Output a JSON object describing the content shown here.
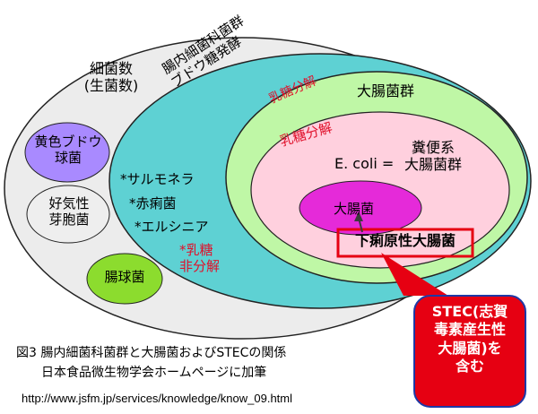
{
  "colors": {
    "outer_fill": "#ececec",
    "intestinal_fill": "#5ed1d3",
    "coliform_fill": "#bff7a6",
    "e_coli_fill": "#ffd0de",
    "stec_fill": "#e52ad9",
    "yellow_grape_fill": "#a98aff",
    "spore_fill": "#eeeeee",
    "enterococcus_fill": "#8cdc2e",
    "red_box": "#e60012",
    "callout_fill": "#e60012",
    "callout_border": "#1e39a6",
    "accent_red": "#e0102a"
  },
  "labels": {
    "bacteria_count": "細菌数\n(生菌数)",
    "yellow_staph": "黄色ブドウ\n球菌",
    "aerobic_spore": "好気性\n芽胞菌",
    "enterococcus": "腸球菌",
    "enterobacteriaceae": "腸内細菌科菌群\nブドウ糖発酵",
    "salmonella": "*サルモネラ",
    "shigella": "*赤痢菌",
    "yersinia": "*エルシニア",
    "lactose_non": "*乳糖\n 非分解",
    "coliform_group": "大腸菌群",
    "lactose_ferment_1": "乳糖分解",
    "lactose_ferment_2": "乳糖分解",
    "e_coli": "E. coli =",
    "fecal_coliform": "糞便系\n大腸菌群",
    "ecoli_jp": "大腸菌",
    "pathogenic_box": "下痢原性大腸菌",
    "callout": "STEC(志賀\n毒素産生性\n大腸菌)を\n含む"
  },
  "caption": {
    "line1": "図3  腸内細菌科菌群と大腸菌およびSTECの関係",
    "line2": "日本食品微生物学会ホームページに加筆",
    "url": "http://www.jsfm.jp/services/knowledge/know_09.html"
  }
}
